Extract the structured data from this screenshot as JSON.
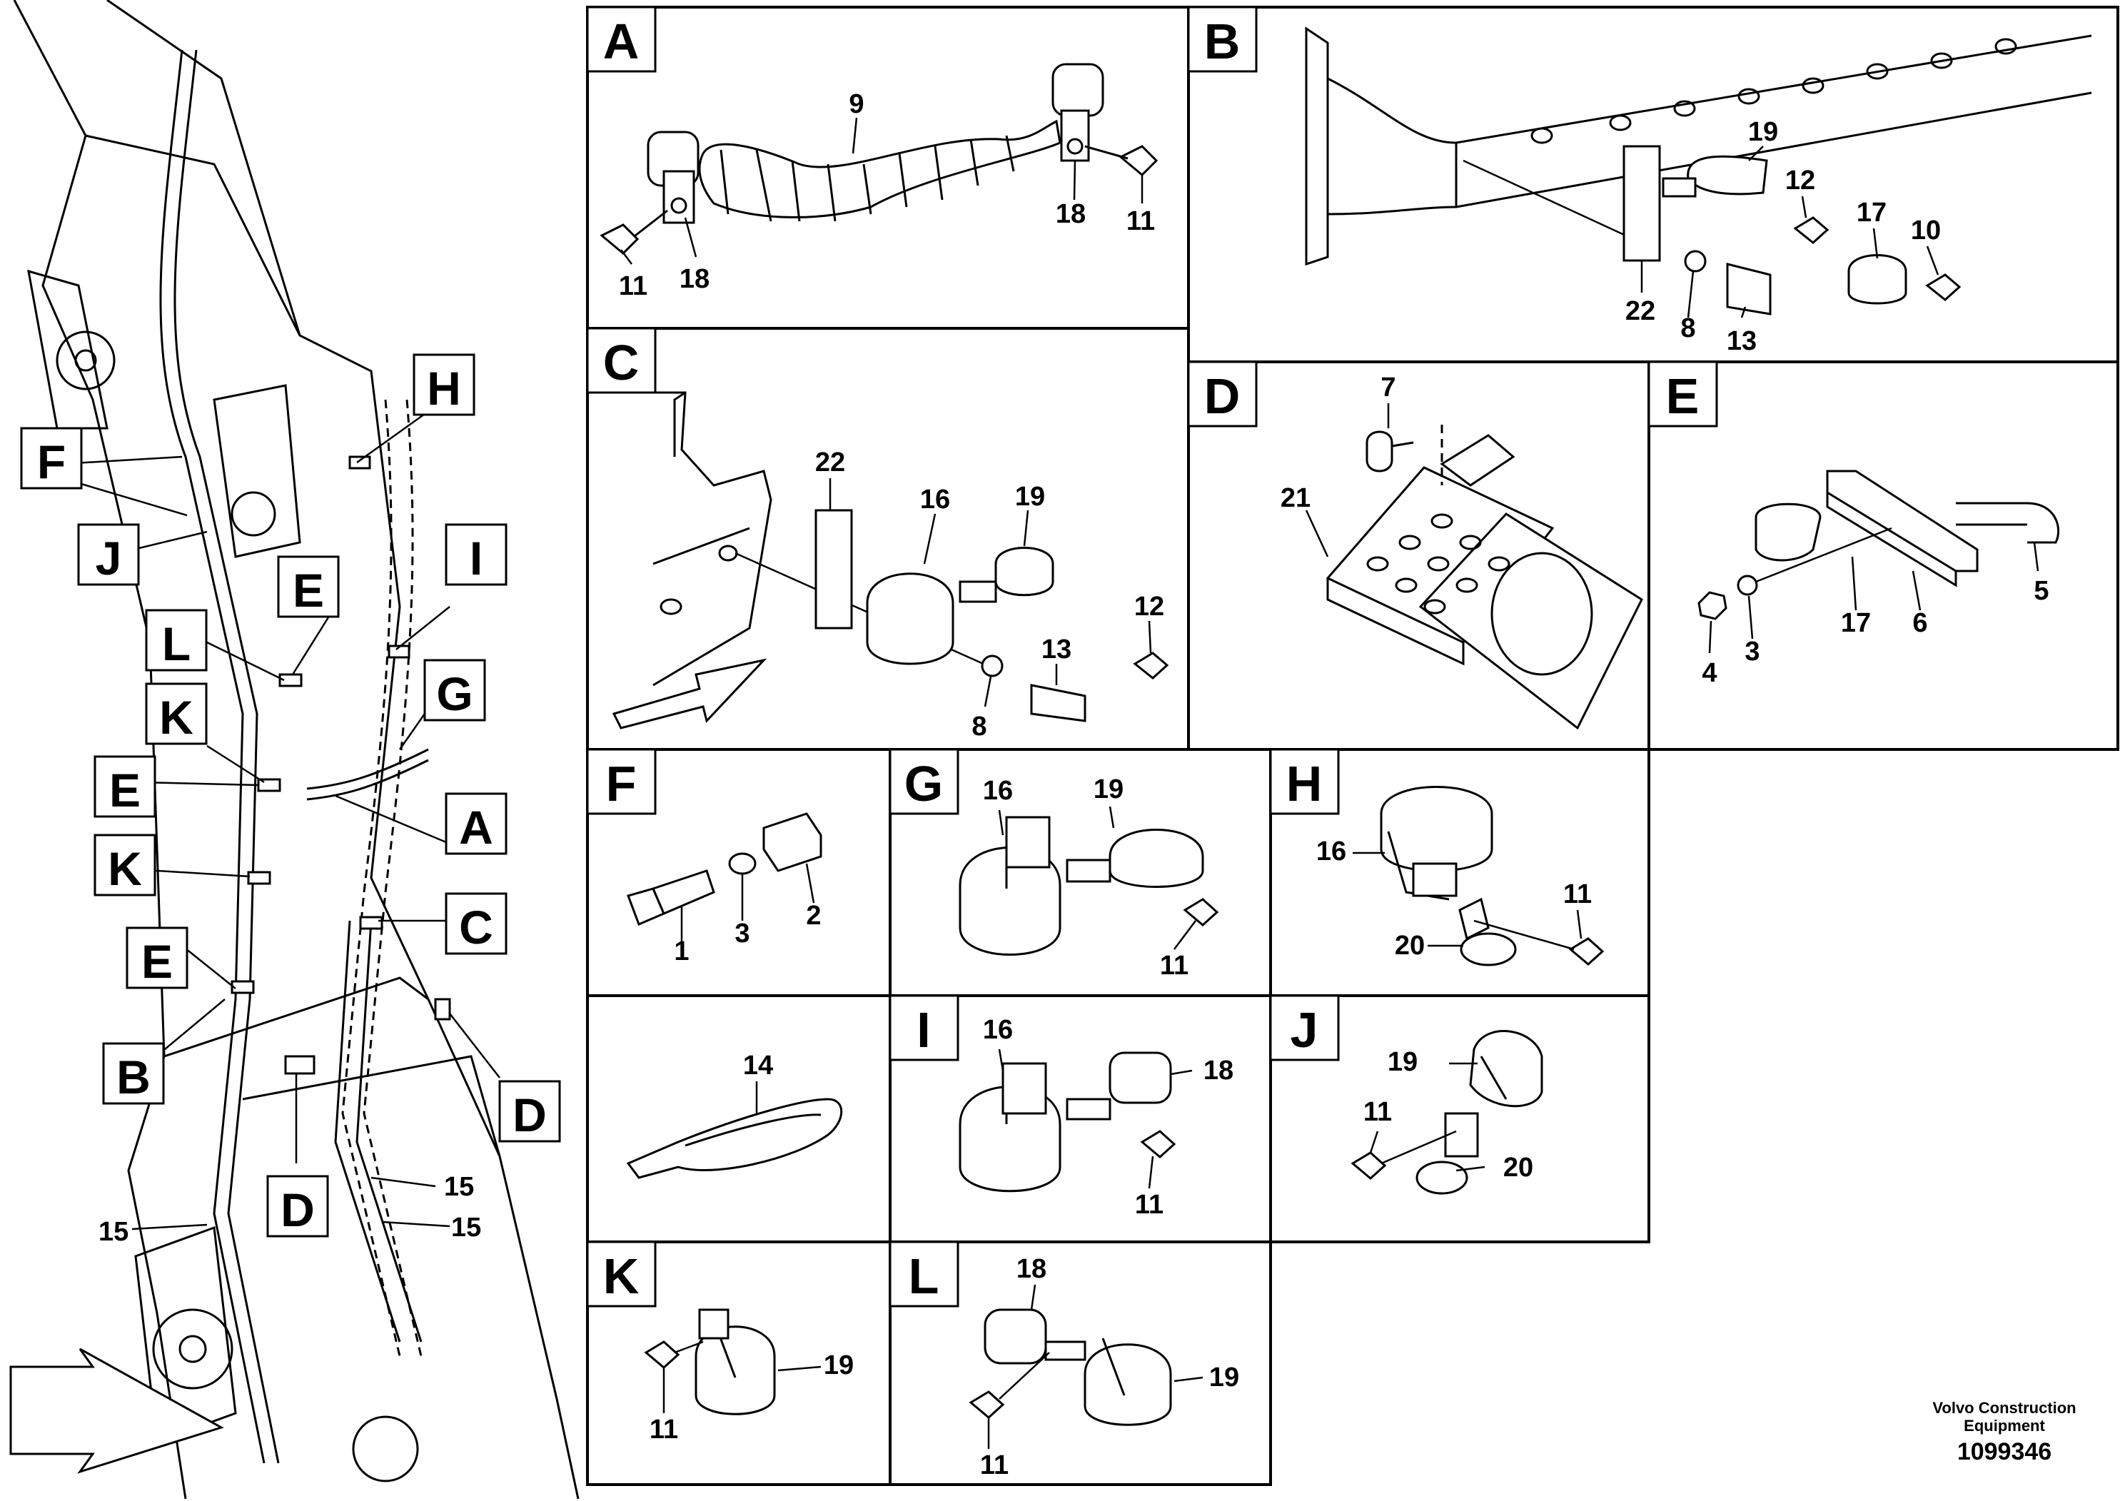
{
  "overview": {
    "callouts": [
      "F",
      "J",
      "L",
      "E",
      "K",
      "E",
      "K",
      "E",
      "B",
      "H",
      "I",
      "G",
      "A",
      "C",
      "D",
      "D"
    ],
    "part_labels": [
      "15",
      "15",
      "15"
    ]
  },
  "panels": [
    {
      "letter": "A",
      "parts": [
        "9",
        "18",
        "11",
        "11",
        "18"
      ]
    },
    {
      "letter": "B",
      "parts": [
        "19",
        "12",
        "17",
        "10",
        "22",
        "8",
        "13"
      ]
    },
    {
      "letter": "C",
      "parts": [
        "22",
        "16",
        "19",
        "12",
        "13",
        "8"
      ]
    },
    {
      "letter": "D",
      "parts": [
        "7",
        "21"
      ]
    },
    {
      "letter": "E",
      "parts": [
        "5",
        "4",
        "3",
        "17",
        "6"
      ]
    },
    {
      "letter": "F",
      "parts": [
        "1",
        "3",
        "2"
      ]
    },
    {
      "letter": "G",
      "parts": [
        "16",
        "19",
        "11"
      ]
    },
    {
      "letter": "H",
      "parts": [
        "16",
        "11",
        "20"
      ]
    },
    {
      "letter": "I",
      "parts": [
        "16",
        "18",
        "11"
      ]
    },
    {
      "letter": "J",
      "parts": [
        "19",
        "11",
        "20"
      ]
    },
    {
      "letter": "K",
      "parts": [
        "19",
        "11"
      ]
    },
    {
      "letter": "L",
      "parts": [
        "18",
        "19",
        "11"
      ]
    },
    {
      "letter": "",
      "parts": [
        "14"
      ]
    }
  ],
  "footer": {
    "company_line1": "Volvo Construction",
    "company_line2": "Equipment",
    "drawing_number": "1099346"
  }
}
